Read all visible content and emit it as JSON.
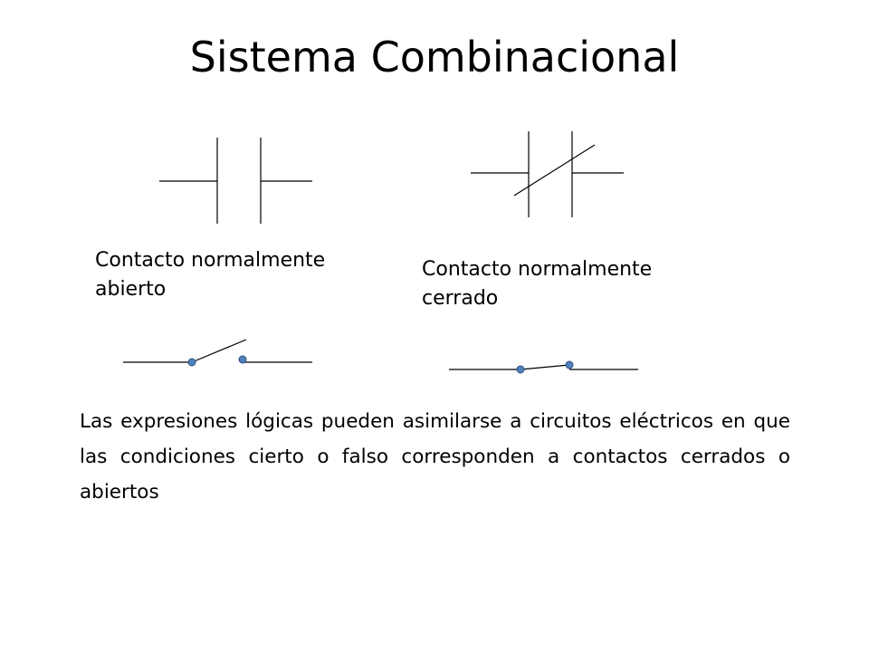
{
  "slide": {
    "title": "Sistema Combinacional",
    "labels": {
      "open_contact": {
        "line1": "Contacto normalmente",
        "line2": "abierto"
      },
      "closed_contact": {
        "line1": "Contacto normalmente",
        "line2": "cerrado"
      }
    },
    "body": "Las expresiones lógicas pueden asimilarse a circuitos eléctricos en que las condiciones cierto o falso corresponden a contactos cerrados o abiertos"
  },
  "colors": {
    "line": "#000000",
    "node_fill": "#4f81bd",
    "node_stroke": "#2f4f7f"
  }
}
